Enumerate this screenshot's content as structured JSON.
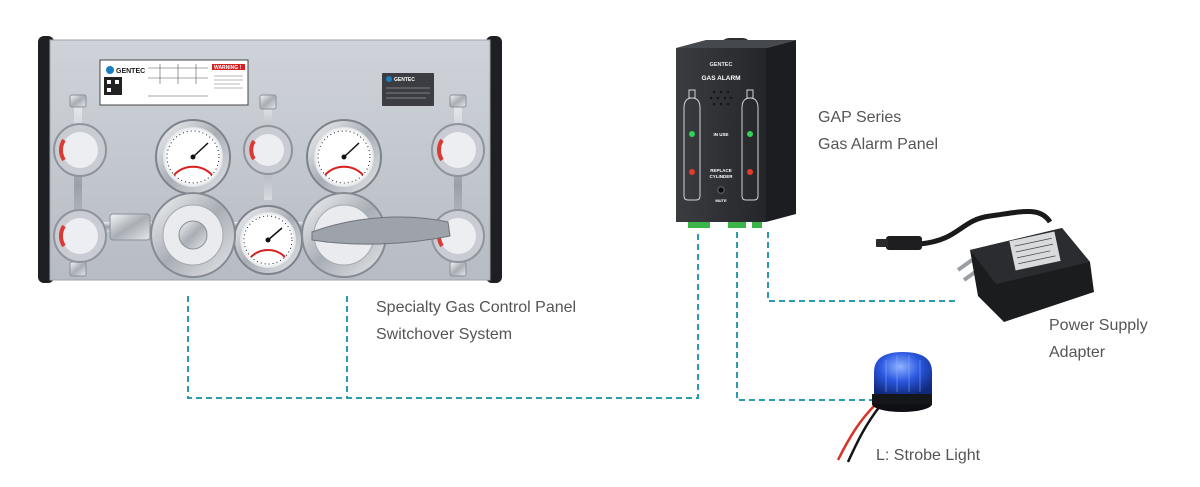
{
  "colors": {
    "connector": "#2a9bb0",
    "panel_plate": "#c4c9d0",
    "alarm_body": "#2c2e32",
    "beacon_blue": "#1f4fd8",
    "knob_red": "#d93a32"
  },
  "gas_panel": {
    "caption_line1": "Specialty Gas Control Panel",
    "caption_line2": "Switchover System",
    "brand": "GENTEC",
    "warning_title": "WARNING !"
  },
  "alarm_panel": {
    "caption_line1": "GAP Series",
    "caption_line2": "Gas Alarm Panel",
    "brand": "GENTEC",
    "title": "GAS ALARM",
    "in_use": "IN USE",
    "replace_line1": "REPLACE",
    "replace_line2": "CYLINDER",
    "mute": "MUTE"
  },
  "power_adapter": {
    "caption_line1": "Power Supply",
    "caption_line2": "Adapter"
  },
  "strobe_light": {
    "caption": "L: Strobe Light"
  }
}
